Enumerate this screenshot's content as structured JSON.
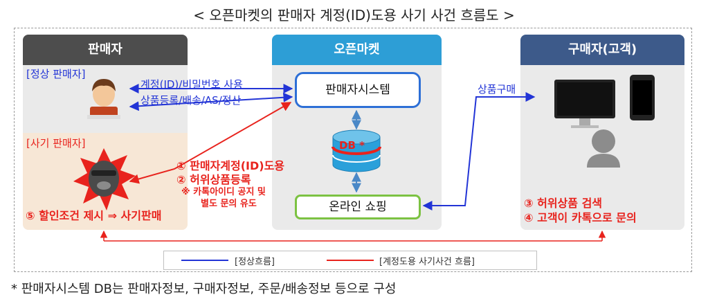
{
  "title": "< 오픈마켓의 판매자 계정(ID)도용 사기 사건 흐름도 >",
  "columns": {
    "seller": {
      "header": "판매자",
      "header_color": "#4d4d4d"
    },
    "market": {
      "header": "오픈마켓",
      "header_color": "#2d9ed6"
    },
    "buyer": {
      "header": "구매자(고객)",
      "header_color": "#3d5a8a"
    }
  },
  "seller": {
    "normal_label": "[정상 판매자]",
    "fraud_label": "[사기 판매자]",
    "fraud_step5": "⑤ 할인조건 제시 ⇒ 사기판매"
  },
  "normal_flow": {
    "line1": "계정(ID)/비밀번호 사용",
    "line2": "상품등록/배송/AS/정산"
  },
  "market": {
    "seller_system": "판매자시스템",
    "db_label": "DB *",
    "online_shopping": "온라인 쇼핑"
  },
  "fraud_flow": {
    "step1": "① 판매자계정(ID)도용",
    "step2": "② 허위상품등록",
    "note1": "※ 카톡아이디 공지 및",
    "note2": "별도 문의 유도"
  },
  "buyer": {
    "purchase": "상품구매",
    "step3": "③ 허위상품 검색",
    "step4": "④ 고객이 카톡으로 문의"
  },
  "legend": {
    "normal": "[정상흐름]",
    "fraud": "[계정도용 사기사건 흐름]"
  },
  "footnote": "* 판매자시스템 DB는 판매자정보, 구매자정보, 주문/배송정보 등으로 구성",
  "colors": {
    "normal_flow": "#2234d6",
    "fraud_flow": "#e8231d",
    "system_border": "#2d6fd6",
    "shopping_border": "#7cc242"
  },
  "icons": [
    "normal-seller-icon",
    "fraud-seller-icon",
    "database-icon",
    "monitor-icon",
    "smartphone-icon",
    "buyer-person-icon"
  ]
}
